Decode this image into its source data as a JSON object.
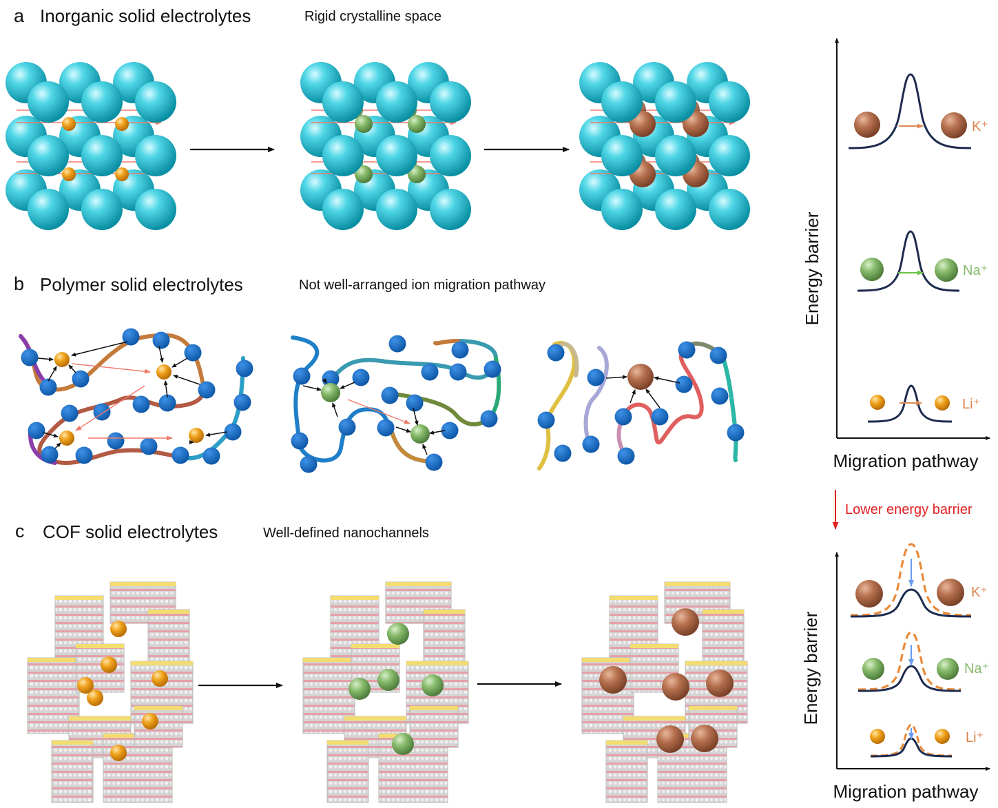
{
  "panel_a": {
    "letter": "a",
    "title": "Inorganic solid electrolytes",
    "subtitle": "Rigid crystalline space"
  },
  "panel_b": {
    "letter": "b",
    "title": "Polymer solid electrolytes",
    "subtitle": "Not well-arranged ion migration pathway"
  },
  "panel_c": {
    "letter": "c",
    "title": "COF solid electrolytes",
    "subtitle": "Well-defined nanochannels"
  },
  "chart_top": {
    "ylabel": "Energy barrier",
    "xlabel": "Migration pathway",
    "ions": [
      "K⁺",
      "Na⁺",
      "Li⁺"
    ]
  },
  "chart_bottom": {
    "ylabel": "Energy barrier",
    "xlabel": "Migration pathway",
    "ions": [
      "K⁺",
      "Na⁺",
      "Li⁺"
    ]
  },
  "transition_label": "Lower energy barrier",
  "colors": {
    "framework": "#33c5d8",
    "li": "#f0a21c",
    "na": "#86b96a",
    "k": "#b5704e",
    "polymer_bead": "#1f6fc8",
    "curve": "#1d2b4f",
    "dashed_curve": "#e88a3a",
    "reduction_arrow": "#6b9cf0",
    "transition": "#e02020"
  }
}
